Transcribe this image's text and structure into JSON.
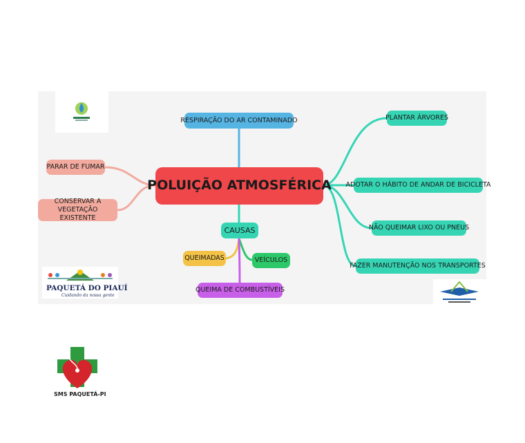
{
  "mindmap": {
    "center": "POLUIÇÃO ATMOSFÉRICA",
    "top": "RESPIRAÇÃO DO AR CONTAMINADO",
    "right": [
      "PLANTAR ÁRVORES",
      "ADOTAR O HÁBITO DE ANDAR DE BICICLETA",
      "NÃO QUEIMAR LIXO OU PNEUS",
      "FAZER MANUTENÇÃO NOS TRANSPORTES"
    ],
    "left": [
      "PARAR DE FUMAR",
      "CONSERVAR A VEGETAÇÃO EXISTENTE"
    ],
    "causas": {
      "label": "CAUSAS",
      "items": [
        "QUEIMADAS",
        "VEÍCULOS",
        "QUEIMA DE COMBUSTÍVEIS"
      ]
    }
  },
  "logos": {
    "paqueta_line1": "PAQUETÁ DO PIAUÍ",
    "paqueta_line2": "Cuidando da nossa gente",
    "sms": "SMS PAQUETÁ-PI"
  },
  "colors": {
    "center": "#f0474a",
    "top_branch": "#56b4e3",
    "right_branches": "#35d5b4",
    "left_branches": "#f2aa9e",
    "causas": "#35d5b4",
    "queimadas": "#f3c246",
    "veiculos": "#2dc86a",
    "queima_combustiveis": "#c85fe8"
  },
  "icons": [
    "paqueta-do-piaui-logo-icon",
    "education-logo-icon",
    "sms-heart-cross-logo-icon",
    "green-seal-logo-icon"
  ]
}
